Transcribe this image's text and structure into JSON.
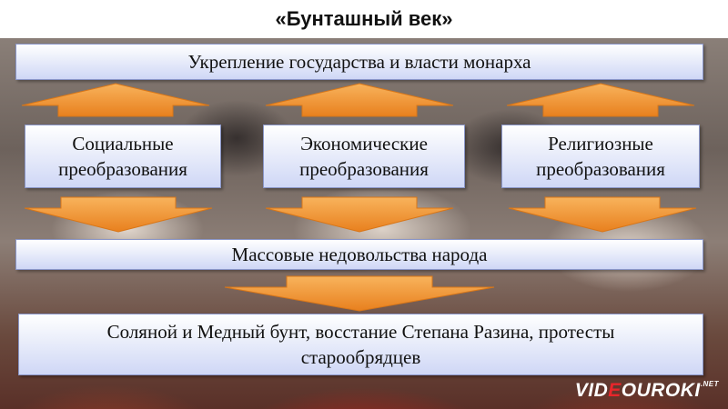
{
  "title": "«Бунташный век»",
  "top_box": "Укрепление государства и власти монарха",
  "middle_boxes": [
    {
      "line1": "Социальные",
      "line2": "преобразования"
    },
    {
      "line1": "Экономические",
      "line2": "преобразования"
    },
    {
      "line1": "Религиозные",
      "line2": "преобразования"
    }
  ],
  "discontent_box": "Массовые недовольства народа",
  "bottom_box": {
    "line1": "Соляной и Медный бунт, восстание Степана Разина, протесты",
    "line2": "старообрядцев"
  },
  "logo": {
    "part1": "VID",
    "accent": "E",
    "part2": "OUROKI",
    "net": ".NET"
  },
  "colors": {
    "arrow_fill": "#f0922c",
    "arrow_light": "#f8b35c",
    "box_bottom": "#cfd7f6"
  }
}
